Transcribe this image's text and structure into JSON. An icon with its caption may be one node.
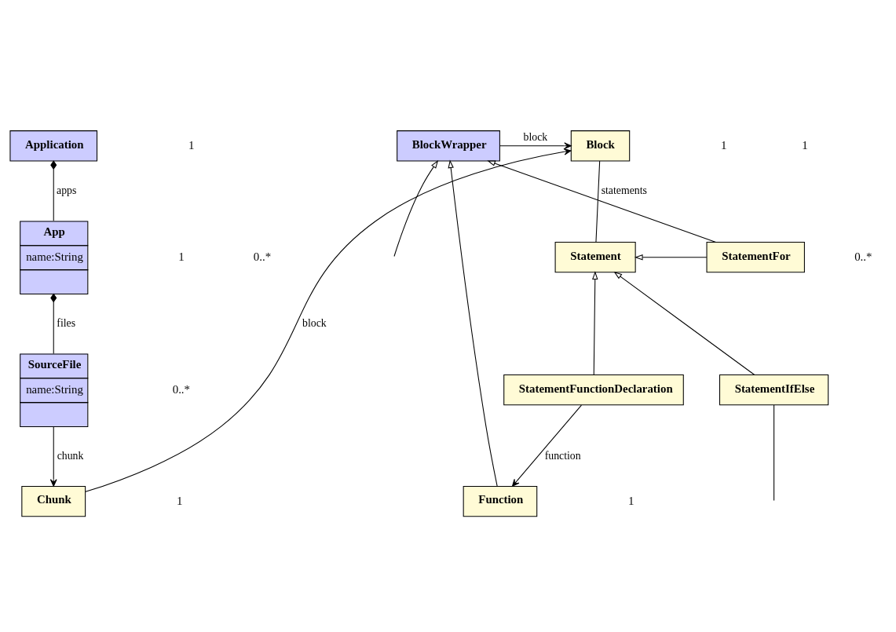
{
  "diagram": {
    "nodes": [
      {
        "text": [
          "Application"
        ]
      },
      {
        "text": [
          "App",
          "name:String"
        ]
      },
      {
        "text": [
          "SourceFile",
          "name:String"
        ]
      },
      {
        "text": [
          "Chunk"
        ]
      },
      {
        "text": [
          "Block"
        ]
      },
      {
        "text": [
          "BlockWrapper"
        ]
      },
      {
        "text": [
          "Statement"
        ]
      },
      {
        "text": [
          "StatementFor"
        ]
      },
      {
        "text": [
          "StatementIfElse"
        ]
      },
      {
        "text": [
          "StatementFunctionDeclaration"
        ]
      },
      {
        "text": [
          "Function"
        ]
      }
    ],
    "edges": [
      {
        "from": 0,
        "to": 1,
        "arrow": "other",
        "label": "apps"
      },
      {
        "from": 1,
        "to": 2,
        "arrow": "other",
        "label": "files"
      },
      {
        "from": 2,
        "to": 3,
        "arrow": "to",
        "label": "chunk"
      },
      {
        "from": 3,
        "to": 4,
        "arrow": "to",
        "label": "block"
      },
      {
        "from": 5,
        "to": 4,
        "arrow": "to",
        "label": "block"
      },
      {
        "from": 4,
        "to": 6,
        "arrow": "none",
        "label": "statements"
      },
      {
        "from": 9,
        "to": 6,
        "arrow": "to"
      },
      {
        "from": 9,
        "to": 10,
        "arrow": "to",
        "label": "function"
      },
      {
        "from": 10,
        "to": 5,
        "arrow": "to"
      },
      {
        "from": 7,
        "to": 6,
        "arrow": "to"
      },
      {
        "from": 7,
        "to": 5,
        "arrow": "to"
      },
      {
        "from": 8,
        "to": 6,
        "arrow": "to"
      },
      {
        "from": null,
        "to": 5,
        "arrow": "to"
      },
      {
        "from": 8,
        "to": null,
        "arrow": "none"
      }
    ],
    "labels": [
      "1",
      "1",
      "1",
      "0..*",
      "0..*",
      "1",
      "0..*",
      "1",
      "1"
    ]
  }
}
